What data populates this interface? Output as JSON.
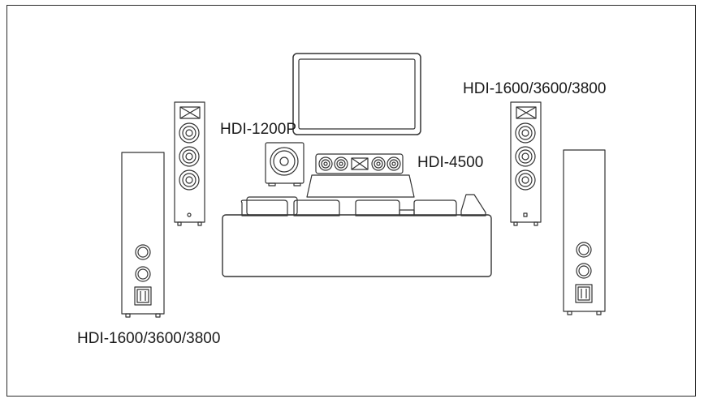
{
  "labels": {
    "front_speakers_right": "HDI-1600/3600/3800",
    "subwoofer": "HDI-1200P",
    "center_speaker": "HDI-4500",
    "front_speakers_left": "HDI-1600/3600/3800"
  },
  "colors": {
    "stroke": "#333333",
    "background": "#ffffff"
  }
}
